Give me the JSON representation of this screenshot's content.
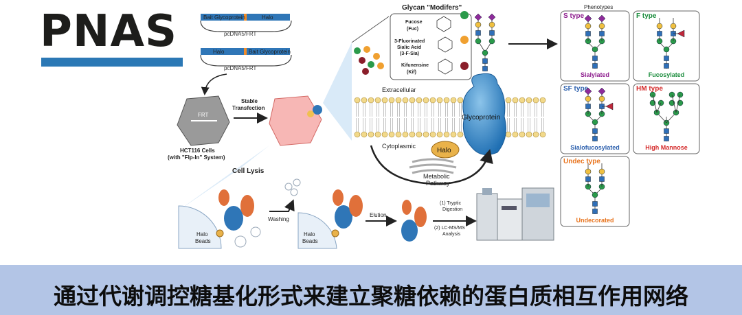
{
  "logo": "PNAS",
  "plasmids": [
    {
      "seg1": "Bait Glycoprotein",
      "seg2": "Halo",
      "name": "pcDNA5/FRT"
    },
    {
      "seg1": "Halo",
      "seg2": "Bait Glycoprotein",
      "name": "pcDNA5/FRT"
    }
  ],
  "cells": {
    "frt": "FRT",
    "line1": "HCT116 Cells",
    "line2": "(with \"Flp-In\" System)",
    "stable1": "Stable",
    "stable2": "Transfection"
  },
  "modifiers": {
    "title": "Glycan \"Modifers\"",
    "items": [
      {
        "name": "Fucose",
        "abbr": "(Fuc)"
      },
      {
        "name": "3-Fluorinated",
        "name2": "Sialic Acid",
        "abbr": "(3-F-Sia)"
      },
      {
        "name": "Kifunensine",
        "abbr": "(Kif)"
      }
    ]
  },
  "membrane": {
    "extracellular": "Extracellular",
    "cytoplasmic": "Cytoplasmic",
    "glycoprotein": "Glycoprotein",
    "halo": "Halo",
    "metabolic1": "Metabolic",
    "metabolic2": "Pathway"
  },
  "workflow": {
    "lysis": "Cell Lysis",
    "beads1": "Halo",
    "beads2": "Beads",
    "washing": "Washing",
    "elution": "Elution",
    "step1a": "(1) Tryptic",
    "step1b": "Digestion",
    "step2a": "(2) LC-MS/MS",
    "step2b": "Analysis"
  },
  "phenotypes": {
    "title": "Phenotypes",
    "boxes": [
      {
        "type": "S type",
        "label": "Sialylated",
        "color": "#8e1e8e"
      },
      {
        "type": "F type",
        "label": "Fucosylated",
        "color": "#1a8c3c"
      },
      {
        "type": "SF type",
        "label": "Sialofucosylated",
        "color": "#2b5fad"
      },
      {
        "type": "HM type",
        "label": "High Mannose",
        "color": "#d42a2a"
      },
      {
        "type": "Undec type",
        "label": "Undecorated",
        "color": "#e8731c"
      }
    ]
  },
  "banner": "通过代谢调控糖基化形式来建立聚糖依赖的蛋白质相互作用网络"
}
